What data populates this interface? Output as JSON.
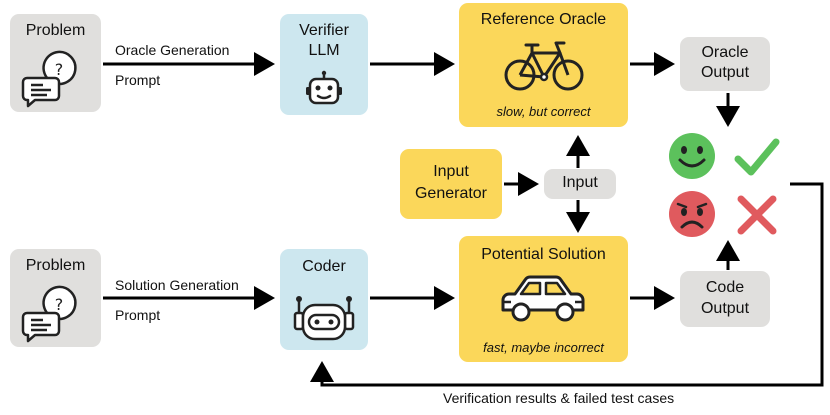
{
  "problem_top": {
    "label": "Problem"
  },
  "problem_bottom": {
    "label": "Problem"
  },
  "edge_oracle_generation": {
    "line1": "Oracle Generation",
    "line2": "Prompt"
  },
  "edge_solution_generation": {
    "line1": "Solution Generation",
    "line2": "Prompt"
  },
  "verifier": {
    "line1": "Verifier",
    "line2": "LLM"
  },
  "coder": {
    "label": "Coder"
  },
  "reference_oracle": {
    "title": "Reference Oracle",
    "note": "slow, but correct"
  },
  "potential_solution": {
    "title": "Potential Solution",
    "note": "fast, maybe incorrect"
  },
  "input_generator": {
    "line1": "Input",
    "line2": "Generator"
  },
  "input": {
    "label": "Input"
  },
  "oracle_output": {
    "line1": "Oracle",
    "line2": "Output"
  },
  "code_output": {
    "line1": "Code",
    "line2": "Output"
  },
  "feedback": {
    "label": "Verification results & failed test cases"
  },
  "colors": {
    "gray_box": "#e0dfdd",
    "blue_box": "#cde7ef",
    "yellow_box": "#fbd75a",
    "green": "#5cc15c",
    "red": "#e05a5e"
  }
}
